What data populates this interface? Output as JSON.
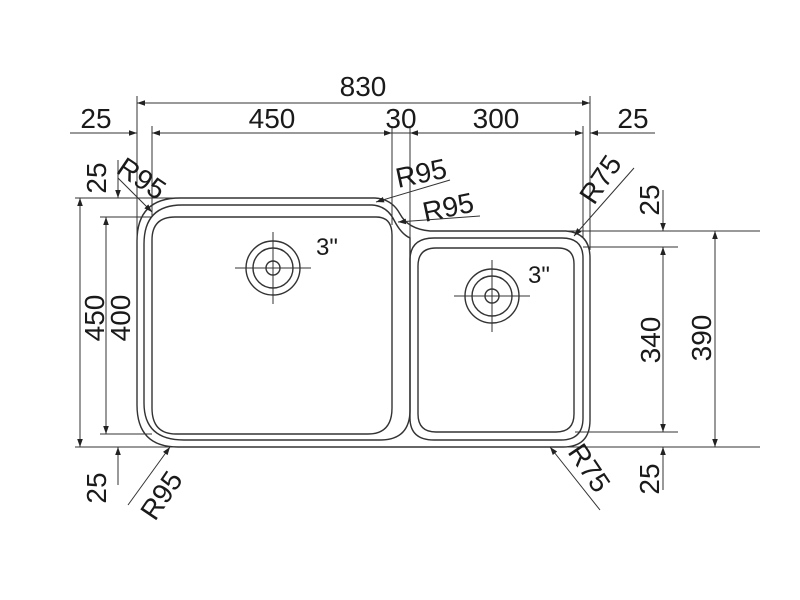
{
  "dimensions": {
    "overall_width": "830",
    "left_margin": "25",
    "left_bowl_width": "450",
    "divider_width": "30",
    "right_bowl_width": "300",
    "right_margin": "25",
    "overall_height": "450",
    "left_bowl_height": "400",
    "right_bowl_height": "340",
    "right_section_height": "390",
    "top_left_offset": "25",
    "top_right_offset": "25",
    "bottom_left_offset": "25",
    "bottom_right_offset": "25"
  },
  "radii": {
    "top_left": "R95",
    "divider_left": "R95",
    "divider_right": "R95",
    "top_right": "R75",
    "bottom_left": "R95",
    "bottom_right": "R75"
  },
  "drains": {
    "left": "3\"",
    "right": "3\""
  }
}
